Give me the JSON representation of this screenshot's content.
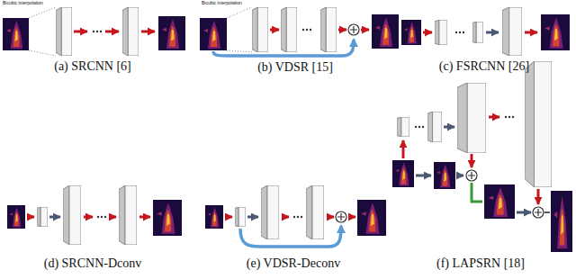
{
  "diagram": {
    "labels": [
      "Bicubic interpolation",
      "Bicubic interpolation",
      "(a) SRCNN [6]",
      "(b) VDSR [15]",
      "(c) FSRCNN [26]",
      "(d) SRCNN-Dconv",
      "(e) VDSR-Deconv",
      "(f) LAPSRN [18]"
    ]
  }
}
